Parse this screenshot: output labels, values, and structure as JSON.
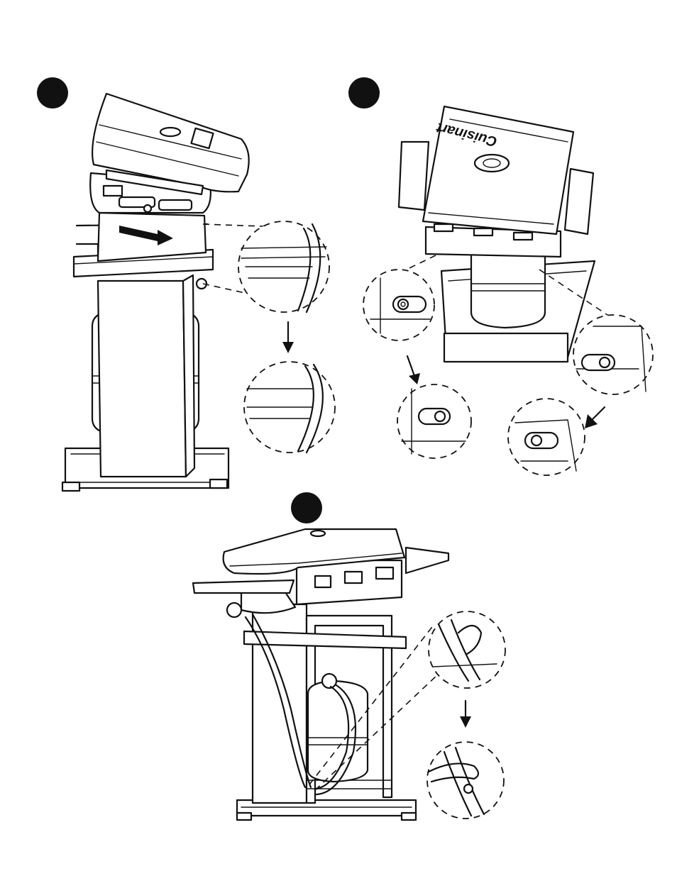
{
  "steps": [
    {
      "id": "step-a",
      "badge": ""
    },
    {
      "id": "step-b",
      "badge": ""
    },
    {
      "id": "step-c",
      "badge": ""
    }
  ],
  "brand_label": "Cuisinart"
}
